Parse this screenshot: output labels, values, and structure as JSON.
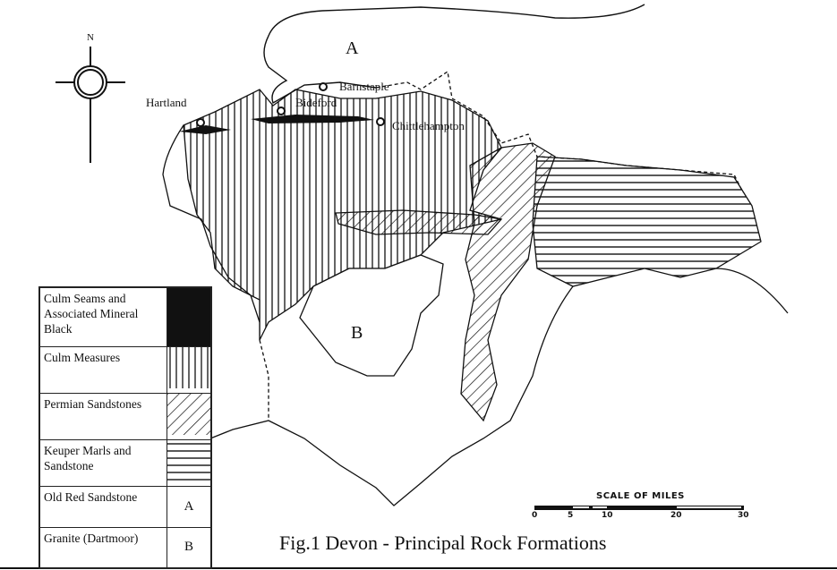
{
  "title": "Fig.1  Devon - Principal Rock Formations",
  "compass": {
    "north_label": "N",
    "icon": "compass-rose-icon"
  },
  "places": [
    {
      "name": "Hartland"
    },
    {
      "name": "Barnstaple"
    },
    {
      "name": "Bideford"
    },
    {
      "name": "Chittlehampton"
    }
  ],
  "region_labels": {
    "a": "A",
    "b": "B"
  },
  "legend": [
    {
      "label": "Culm Seams and Associated Mineral Black",
      "symbol": "solid-black"
    },
    {
      "label": "Culm Measures",
      "symbol": "vertical-hatch"
    },
    {
      "label": "Permian Sandstones",
      "symbol": "diagonal-hatch"
    },
    {
      "label": "Keuper Marls and Sandstone",
      "symbol": "horizontal-hatch"
    },
    {
      "label": "Old Red Sandstone",
      "symbol": "A"
    },
    {
      "label": "Granite (Dartmoor)",
      "symbol": "B"
    }
  ],
  "scale": {
    "title": "SCALE OF MILES",
    "ticks": [
      "0",
      "5",
      "10",
      "20",
      "30"
    ]
  }
}
